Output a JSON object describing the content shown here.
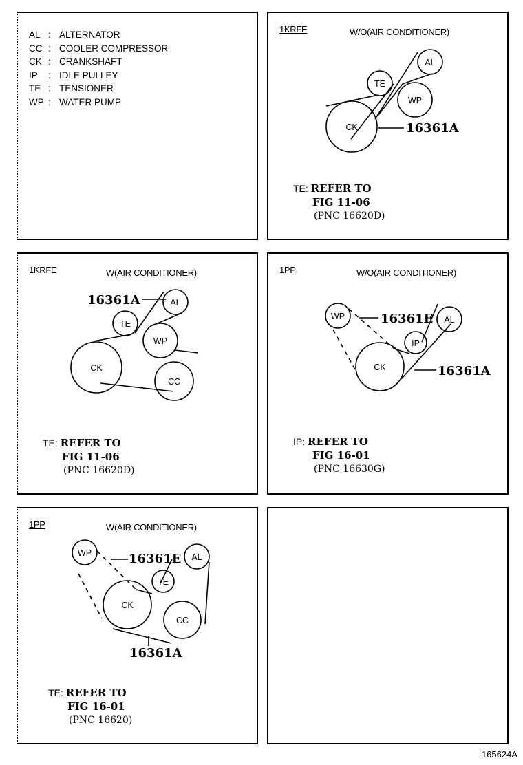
{
  "legend": {
    "items": [
      {
        "code": "AL",
        "name": "ALTERNATOR"
      },
      {
        "code": "CC",
        "name": "COOLER COMPRESSOR"
      },
      {
        "code": "CK",
        "name": "CRANKSHAFT"
      },
      {
        "code": "IP",
        "name": "IDLE PULLEY"
      },
      {
        "code": "TE",
        "name": "TENSIONER"
      },
      {
        "code": "WP",
        "name": "WATER PUMP"
      }
    ]
  },
  "panels": [
    {
      "engine": "1KRFE",
      "variant": "W/O(AIR CONDITIONER)",
      "pulleys": {
        "AL": "AL",
        "TE": "TE",
        "WP": "WP",
        "CK": "CK"
      },
      "parts": [
        "16361A"
      ],
      "note": {
        "component": "TE:",
        "refer": "REFER TO",
        "fig": "FIG 11-06",
        "pnc": "(PNC 16620D)"
      }
    },
    {
      "engine": "1KRFE",
      "variant": "W(AIR CONDITIONER)",
      "pulleys": {
        "AL": "AL",
        "TE": "TE",
        "WP": "WP",
        "CK": "CK",
        "CC": "CC"
      },
      "parts": [
        "16361A"
      ],
      "note": {
        "component": "TE:",
        "refer": "REFER TO",
        "fig": "FIG 11-06",
        "pnc": "(PNC 16620D)"
      }
    },
    {
      "engine": "1PP",
      "variant": "W/O(AIR CONDITIONER)",
      "pulleys": {
        "WP": "WP",
        "AL": "AL",
        "IP": "IP",
        "CK": "CK"
      },
      "parts": [
        "16361E",
        "16361A"
      ],
      "note": {
        "component": "IP:",
        "refer": "REFER TO",
        "fig": "FIG 16-01",
        "pnc": "(PNC 16630G)"
      }
    },
    {
      "engine": "1PP",
      "variant": "W(AIR CONDITIONER)",
      "pulleys": {
        "WP": "WP",
        "AL": "AL",
        "TE": "TE",
        "CK": "CK",
        "CC": "CC"
      },
      "parts": [
        "16361E",
        "16361A"
      ],
      "note": {
        "component": "TE:",
        "refer": "REFER TO",
        "fig": "FIG 16-01",
        "pnc": "(PNC 16620)"
      }
    }
  ],
  "figure_id": "165624A"
}
